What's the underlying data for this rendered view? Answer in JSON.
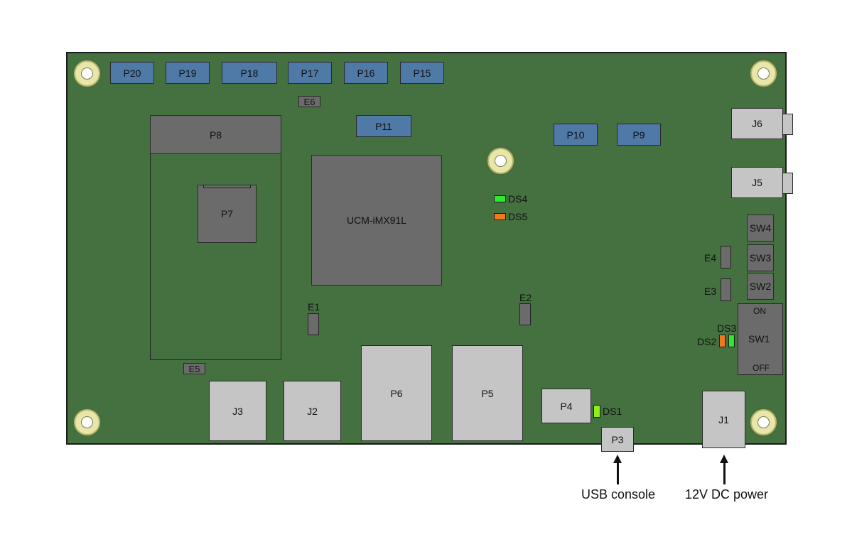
{
  "board": {
    "connectors_top": [
      "P20",
      "P19",
      "P18",
      "P17",
      "P16",
      "P15"
    ],
    "p11": "P11",
    "p10": "P10",
    "p9": "P9",
    "e6": "E6",
    "p8": "P8",
    "p7": "P7",
    "som": "UCM-iMX91L",
    "ds4": "DS4",
    "ds5": "DS5",
    "j6": "J6",
    "j5": "J5",
    "sw4": "SW4",
    "sw3": "SW3",
    "sw2": "SW2",
    "sw1": "SW1",
    "sw1_on": "ON",
    "sw1_off": "OFF",
    "e4": "E4",
    "e3": "E3",
    "e2": "E2",
    "e1": "E1",
    "e5": "E5",
    "ds3": "DS3",
    "ds2": "DS2",
    "ds1": "DS1",
    "j3": "J3",
    "j2": "J2",
    "p6": "P6",
    "p5": "P5",
    "p4": "P4",
    "p3": "P3",
    "j1": "J1"
  },
  "captions": {
    "usb_console": "USB console",
    "power": "12V DC power"
  },
  "colors": {
    "pcb": "#457140",
    "header_blue": "#4f7aa7",
    "chip_gray": "#6b6b6b",
    "port_gray": "#c5c5c5",
    "led_green": "#2ee82e",
    "led_orange": "#f07a1a"
  }
}
